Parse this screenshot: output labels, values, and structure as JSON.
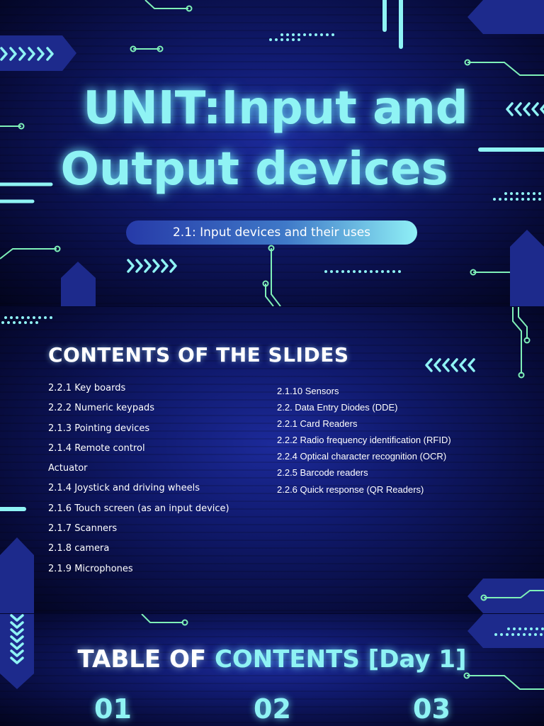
{
  "slide1": {
    "title_line1": "UNIT:Input and",
    "title_line2": "Output devices",
    "subtitle": "2.1: Input devices and their uses"
  },
  "slide2": {
    "heading": "CONTENTS OF THE SLIDES",
    "left_items": [
      "2.2.1 Key boards",
      "2.2.2 Numeric keypads",
      "2.1.3 Pointing devices",
      "2.1.4 Remote control",
      "Actuator",
      "2.1.4 Joystick and driving wheels",
      "2.1.6 Touch screen (as an input device)",
      "2.1.7 Scanners",
      "2.1.8 camera",
      "2.1.9 Microphones"
    ],
    "right_items": [
      "2.1.10 Sensors",
      "2.2. Data Entry  Diodes (DDE)",
      "2.2.1 Card Readers",
      "2.2.2 Radio frequency identification (RFID)",
      "2.2.4 Optical character recognition (OCR)",
      "2.2.5 Barcode readers",
      "2.2.6 Quick response (QR Readers)"
    ]
  },
  "slide3": {
    "heading_part1": "TABLE OF ",
    "heading_part2": "CONTENTS [Day 1]",
    "numbers": [
      "01",
      "02",
      "03"
    ]
  },
  "colors": {
    "accent": "#8ff3f4",
    "circuit": "#7ff0b8",
    "panel": "#1d2a8c",
    "background": "#03062a"
  },
  "icons": [
    "chevron-right-icon",
    "chevron-left-icon",
    "chevron-down-icon",
    "circuit-line-icon"
  ]
}
